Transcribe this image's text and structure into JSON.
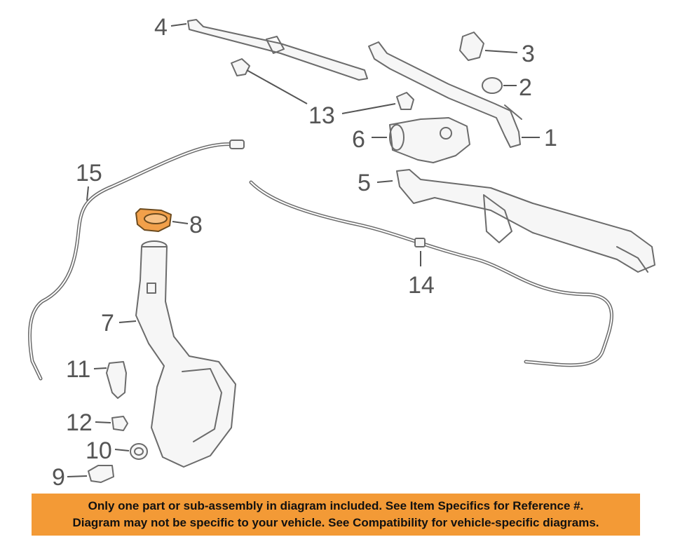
{
  "diagram": {
    "callouts": {
      "c1": "1",
      "c2": "2",
      "c3": "3",
      "c4": "4",
      "c5": "5",
      "c6": "6",
      "c7": "7",
      "c8": "8",
      "c9": "9",
      "c10": "10",
      "c11": "11",
      "c12": "12",
      "c13": "13",
      "c14": "14",
      "c15": "15"
    },
    "highlighted_part": "8",
    "colors": {
      "highlight": "#f2a04a",
      "banner": "#f39a36",
      "line": "#6b6b6b"
    }
  },
  "banner": {
    "line1": "Only one part or sub-assembly in diagram included. See Item Specifics for Reference #.",
    "line2": "Diagram may not be specific to your vehicle. See Compatibility for vehicle-specific diagrams."
  }
}
